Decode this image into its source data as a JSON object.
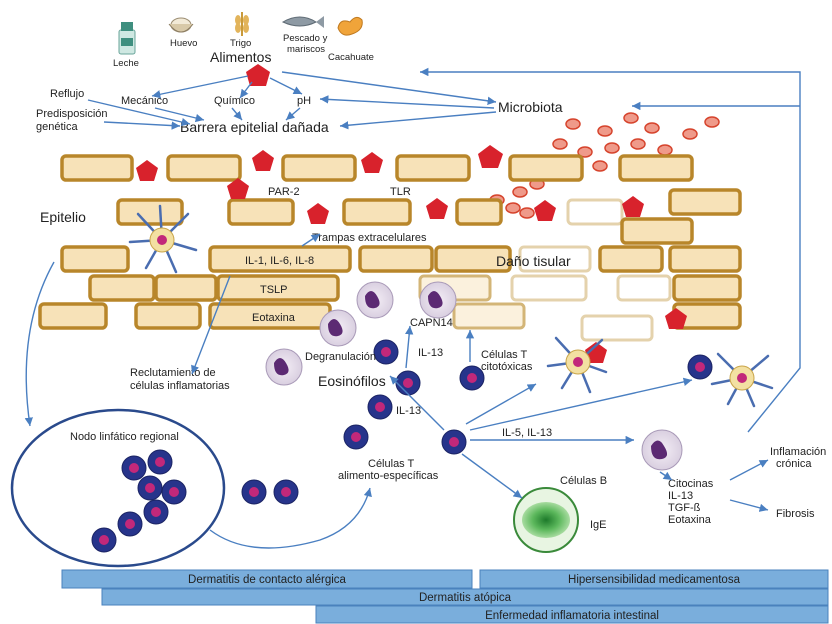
{
  "foods": {
    "milk": "Leche",
    "egg": "Huevo",
    "wheat": "Trigo",
    "fish_line1": "Pescado y",
    "fish_line2": "mariscos",
    "peanut": "Cacahuate",
    "title": "Alimentos"
  },
  "factors": {
    "reflux": "Reflujo",
    "genetic_line1": "Predisposición",
    "genetic_line2": "genética",
    "mechanical": "Mecánico",
    "chemical": "Químico",
    "ph": "pH",
    "microbiota": "Microbiota",
    "barrier": "Barrera epitelial dañada"
  },
  "epithelium": {
    "title": "Epitelio",
    "par2": "PAR-2",
    "tlr": "TLR",
    "traps": "Trampas extracelulares",
    "damage": "Daño tisular",
    "cytokines": "IL-1, IL-6, IL-8",
    "tslp": "TSLP",
    "eotaxin": "Eotaxina"
  },
  "immune": {
    "capn14": "CAPN14",
    "il13_a": "IL-13",
    "il13_b": "IL-13",
    "cytotoxic_line1": "Células T",
    "cytotoxic_line2": "citotóxicas",
    "recruit_line1": "Reclutamiento de",
    "recruit_line2": "células inflamatorias",
    "degranulation": "Degranulación",
    "eosinophils": "Eosinófilos",
    "lymph_node": "Nodo linfático regional",
    "foodT_line1": "Células T",
    "foodT_line2": "alimento-específicas",
    "il5_il13": "IL-5, IL-13",
    "bcells": "Células B",
    "ige": "IgE",
    "cytokines_line1": "Citocinas",
    "cytokines_line2": "IL-13",
    "cytokines_line3": "TGF-ß",
    "cytokines_line4": "Eotaxina",
    "chronic_line1": "Inflamación",
    "chronic_line2": "crónica",
    "fibrosis": "Fibrosis"
  },
  "diseases": {
    "contact": "Dermatitis de contacto alérgica",
    "drug": "Hipersensibilidad medicamentosa",
    "atopic": "Dermatitis atópica",
    "ibd": "Enfermedad inflamatoria intestinal"
  },
  "colors": {
    "arrow": "#4a7fc1",
    "brick_border": "#b8862a",
    "brick_fill": "#f7e2b8",
    "antigen": "#d8222c",
    "t_cell": "#27348b",
    "bar": "#7aaedc"
  }
}
